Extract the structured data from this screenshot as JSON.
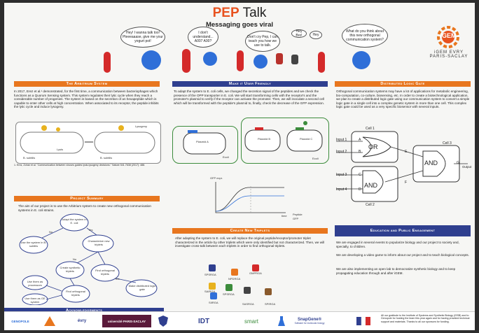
{
  "header": {
    "title_pep": "PEP",
    "title_talk": "Talk",
    "subtitle": "Messaging goes viral"
  },
  "comic": {
    "b1": "Hey! I wanna talk too! Pleeeaaase, give me your yogurt pot!",
    "b2": "I don't understand... A007 A00?",
    "b3": "Don't cry Pep, I can teach you how we use to talk.",
    "b4": "Hey Bro!",
    "b5": "Hey",
    "b6": "What do you think about this new orthogonal communication system?"
  },
  "brand": {
    "logo_word": "iGEM",
    "team_line1": "iGEM EVRY",
    "team_line2": "PARIS-SACLAY"
  },
  "arbitrium": {
    "heading": "The Arbitrium System",
    "body": "In 2017, Erez et al.¹ demonstrated, for the first time, a communication between bacteriophages which functions as a Quorum Sensing system. This system regulates their lytic cycle when they reach a considerable number of progenies. The system is based on the secretion of an hexapeptide which is capable to enter other cells at high concentration. When associated to its receptor, the peptide inhibits the lytic cycle and induce lysogeny.",
    "lysis": "Lysis",
    "lysogeny": "Lysogeny",
    "bsub1": "B. subtilis",
    "bsub2": "B. subtilis",
    "ref": "1. Erez, Zohar et al. \"Communication between viruses guides lysis-lysogeny decisions.\" Nature 541.7638 (2017): 488."
  },
  "friendly": {
    "heading": "Make it User Friendly",
    "body": "To adapt the system to E. coli cells, we changed the secretion signal of the peptides and we check the presence of the OPP transporter in E. coli. We will start transforming cells with the receptor's and the promoter's plasmid to verify if the receptor can activate the promoter. Then, we will inoculate a second cell which will be transformed with the peptide's plasmid to, finally, check the decrease of the GFP expression.",
    "plasmid_a": "Plasmid A",
    "plasmid_b": "Plasmid B",
    "plasmid_c": "Plasmid C",
    "ecoli1": "Ecoli",
    "ecoli2": "Ecoli",
    "gfp_label": "GFP expr.",
    "peptide_label": "Peptide",
    "gfp_legend": "GFP",
    "time_label": "time"
  },
  "distributed": {
    "heading": "Distributed Logic Gate",
    "body": "Orthogonal communication systems may have a lot of applications for metabolic engineering, bio-computation, co-culture, biosensing, etc. In order to create a biotechnological application, we plan to create a distributed logic gate using our communication system to convert a simple logic gate in a single cell into a complex genetic system in more than one cell. This complex logic gate could be used as a very specific biosensor with several inputs.",
    "cell1": "Cell 1",
    "cell2": "Cell 2",
    "cell3": "Cell 3",
    "input1": "Input 1",
    "input2": "Input 2",
    "input3": "Input 3",
    "input4": "Input 4",
    "or": "OR",
    "and1": "AND",
    "and2": "AND",
    "a": "A",
    "b": "B",
    "c": "C",
    "d": "D",
    "e": "E",
    "f": "F",
    "g": "G",
    "output": "Output"
  },
  "summary": {
    "heading": "Project Summary",
    "body": "The aim of our project is to use the Arbitrium system to create new orthogonal communication systems in E. coli strains.",
    "n1": "Adapt the system in E. coli",
    "n2": "Use the system in B. subtilis",
    "n3": "Characterize new triplets",
    "n4": "Create synthetic triplets",
    "n5": "Find orthogonal triplets",
    "n6": "Make distributed logic gate",
    "n7": "Find orthogonal triplets",
    "n8": "Use them as processors",
    "n9": "Use them as GE system",
    "no": "No",
    "yes1": "Yes",
    "yes2": "Yes",
    "no2": "No"
  },
  "triplets": {
    "heading": "Create New Triplets",
    "body": "After adapting the system to E. coli, we will replace the original peptide/receptor/promoter triplet characterized in the article by other triplets which were only identified but not characterized. Then, we will investigate cross-talk between each triplets in order to find orthogonal triplets.",
    "t1": "SPSRGA",
    "t2": "GMPRGA",
    "t3": "NPDRGA",
    "t4": "SAIRGA",
    "t5": "SPSRGA",
    "t6": "SIIRGA",
    "t7": "SASRGA",
    "t8": "SPIRGA"
  },
  "education": {
    "heading": "Education and Public Engagement",
    "p1": "We are engaged in several events to popularize biology and our project to society and, specially, to children.",
    "p2": "We are developing a video game to inform about our project and to teach biological concepts.",
    "p3": "We are also implementing an open lab to democratize synthetic biology and to keep propagating education through and after iGEM."
  },
  "ack": {
    "heading": "Acknowledgements",
    "thanks": "All our gratitude to the Institute of Systems and Synthetic Biology (iSSB) and to Genopole for hosting the team this year again and for having provided technical support and materials. Thanks to all our sponsors for funding."
  },
  "sponsors": {
    "s1": "GENOPOLE",
    "s2": "évry",
    "s3": "université PARIS-SACLAY",
    "s4": "IDT",
    "s5": "smart",
    "s6": "SnapGene®",
    "s6b": "Software for molecular biology"
  },
  "colors": {
    "orange": "#e8761e",
    "navy": "#2f3f8f",
    "green": "#3c8c3c",
    "pep_red": "#d42a2a",
    "blue_cell": "#2f6fd8"
  }
}
